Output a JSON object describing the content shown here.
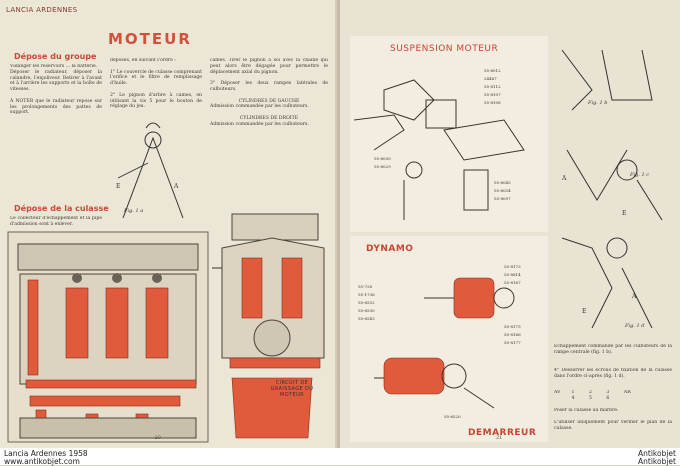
{
  "left_page": {
    "header": "LANCIA ARDENNES",
    "title": "MOTEUR",
    "section1": "Dépose du groupe",
    "section2": "Dépose de la culasse",
    "col1_p1": "Vidanger les réservoirs ... la batterie.",
    "col1_p2": "Déposer le radiateur, déposer la calandre, l'enjoliveur. Retirer à l'avant et à l'arrière les supports et la boîte de vitesses.",
    "col1_p3": "À NOTER que le radiateur repose sur les prolongements des pattes de support.",
    "col1_p4": "Le collecteur d'échappement et la pipe d'admission sont à enlever.",
    "col2_p1": "déposés, en suivant l'ordre :",
    "col2_p2": "1° Le couvercle de culasse comprenant l'orifice et le filtre de remplissage d'huile.",
    "col2_p3": "2° Le pignon d'arbre à cames, en utilisant la vis 5 pour le bouton de réglage du jeu.",
    "col2_p4": "...",
    "fig_caption": "Fig. 1 a",
    "circuit_caption": "CIRCUIT DE GRAISSAGE DU MOTEUR",
    "col3_p1": "cames. Tirer le pignon à soi avec la chaîne qui peut alors être dégagée pour permettre le déplacement axial du pignon.",
    "col3_p2": "3° Déposer les deux rampes latérales de culbuteurs.",
    "col3_p3": "CYLINDRES DE GAUCHE",
    "col3_p4": "Admission commandée par les culbuteurs.",
    "col3_p5": "CYLINDRES DE DROITE",
    "col3_p6": "Admission commandée par les culbuteurs.",
    "page_number": "— 20 —"
  },
  "right_page": {
    "suspension_label": "SUSPENSION MOTEUR",
    "dynamo_label": "DYNAMO",
    "demarreur_label": "DEMARREUR",
    "fig1b": "Fig. 1 b",
    "fig1c": "Fig. 1 c",
    "fig1d": "Fig. 1 d",
    "text_p1": "Échappement commandé par les culbuteurs de la rampe centrale (fig. 1 b).",
    "text_p2": "4° Desserrer les écrous de fixation de la culasse dans l'ordre ci-après (fig. 1 d).",
    "table_head": [
      "AV",
      "1",
      "2",
      "3",
      "AR"
    ],
    "table_row1": [
      "4",
      "5",
      "6"
    ],
    "text_p3": "Poser la culasse au marbre.",
    "text_p4": "L'utiliser uniquement pour vérifier le plan de la culasse.",
    "page_number": "21"
  },
  "watermark": {
    "left1": "Lancia Ardennes 1958",
    "left2": "www.antikobjet.com",
    "right1": "Antikobjet",
    "right2": "Antikobjet"
  },
  "colors": {
    "accent": "#c8452f",
    "paper": "#ece6d6",
    "ink": "#3c3630"
  }
}
